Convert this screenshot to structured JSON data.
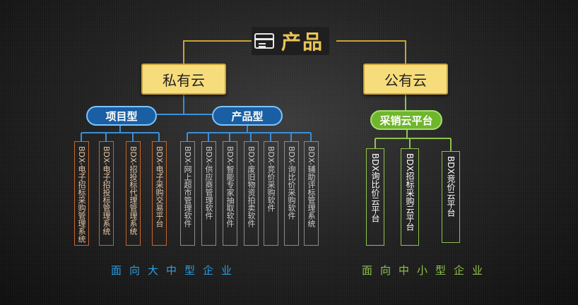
{
  "title": "产品",
  "title_icon": "credit-card-icon",
  "private_cloud": {
    "label": "私有云"
  },
  "public_cloud": {
    "label": "公有云"
  },
  "categories": {
    "project_type": "项目型",
    "product_type": "产品型",
    "procurement_platform": "采销云平台"
  },
  "project_items": [
    "BDX-电子招标采购管理系统",
    "BDX-电子招投标管理系统",
    "BDX-招投标代理管理系统",
    "BDX-电子采购交易平台"
  ],
  "product_items": [
    "BDX-网上超市管理软件",
    "BDX-供应商管理软件",
    "BDX-智能专家抽取软件",
    "BDX-废旧物资拍卖软件",
    "BDX-竞价采购软件",
    "BDX-询比价采购软件",
    "BDX-辅助评标管理系统"
  ],
  "public_items": [
    "BDX询比价云平台",
    "BDX招标采购云平台",
    "BDX竞价云平台"
  ],
  "footers": {
    "large": "面向大中型企业",
    "small": "面向中小型企业"
  },
  "colors": {
    "gold": "#ebc655",
    "box_fill": "#f7dc7c",
    "blue": "#1a5fa3",
    "green": "#6fb62d",
    "orange_border": "#c6662a"
  }
}
